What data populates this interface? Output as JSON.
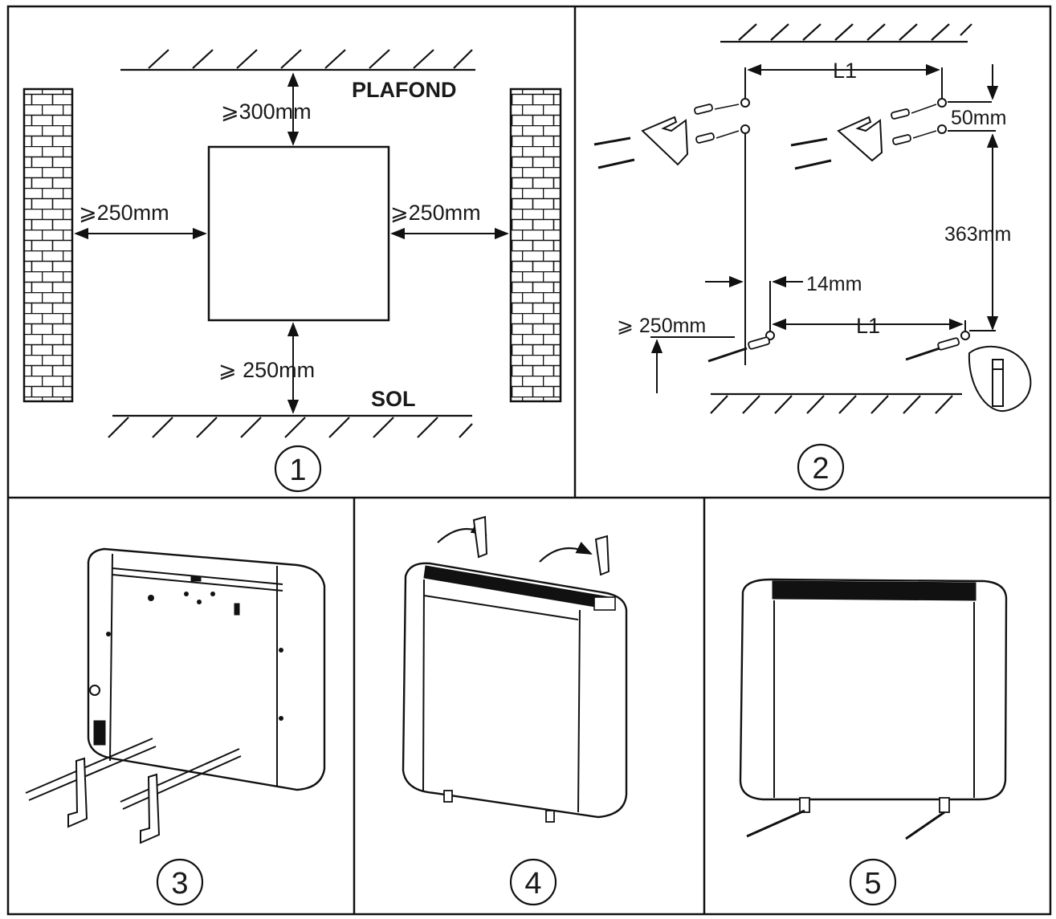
{
  "panel1": {
    "ceiling_label": "PLAFOND",
    "floor_label": "SOL",
    "top_clearance": "⩾300mm",
    "left_clearance": "⩾250mm",
    "right_clearance": "⩾250mm",
    "bottom_clearance": "⩾ 250mm",
    "step_number": "1"
  },
  "panel2": {
    "top_spacing": "L1",
    "bottom_spacing": "L1",
    "vertical_offset": "50mm",
    "bracket_height": "363mm",
    "side_offset": "14mm",
    "floor_clearance": "⩾ 250mm",
    "step_number": "2"
  },
  "panel3": {
    "step_number": "3"
  },
  "panel4": {
    "step_number": "4"
  },
  "panel5": {
    "step_number": "5"
  },
  "colors": {
    "line": "#111111",
    "background": "#ffffff"
  }
}
